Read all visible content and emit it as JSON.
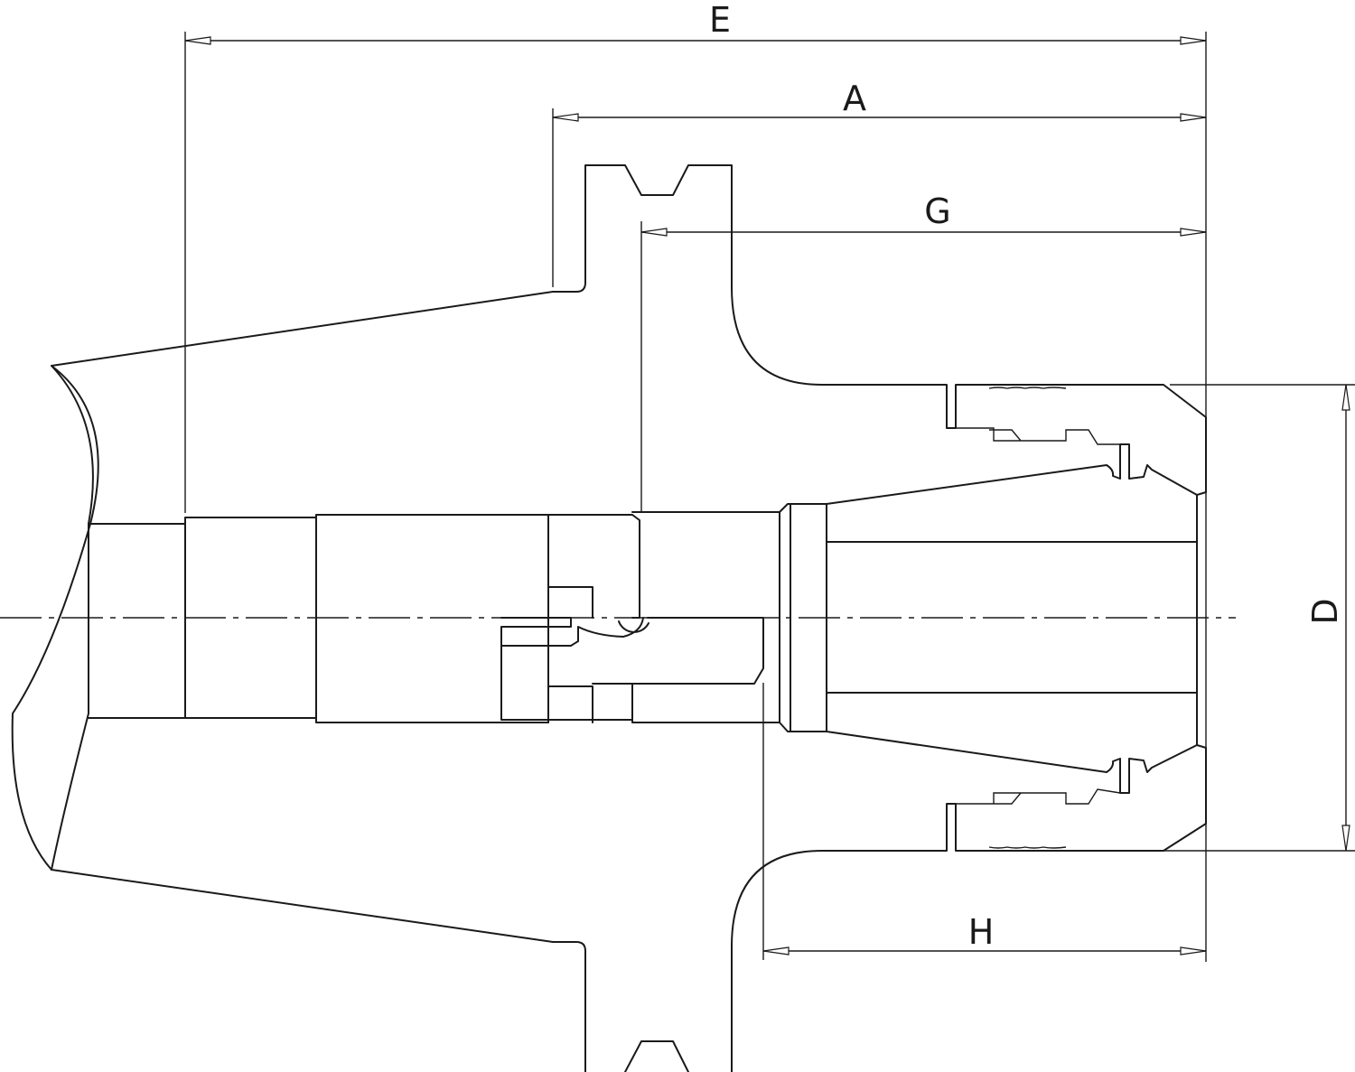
{
  "dimensions": {
    "E": "E",
    "A": "A",
    "G": "G",
    "D": "D",
    "H": "H"
  }
}
